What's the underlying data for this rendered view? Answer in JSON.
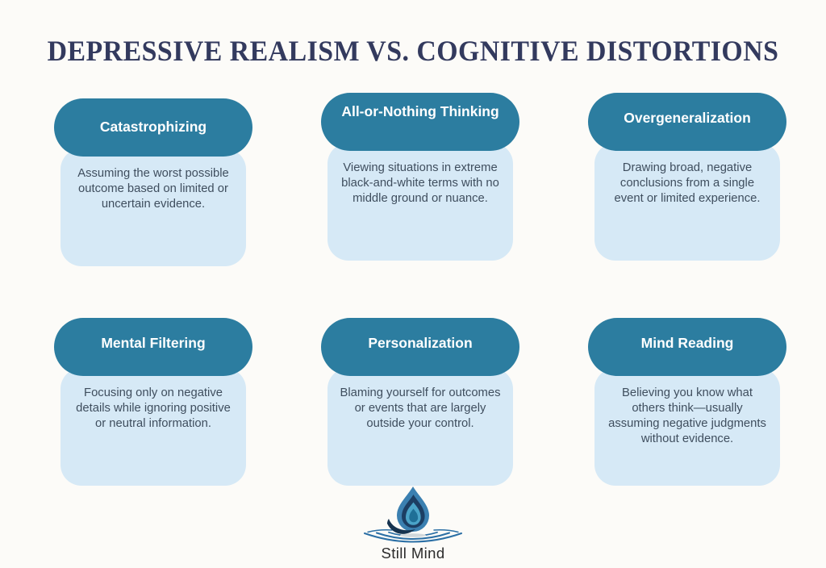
{
  "title": "DEPRESSIVE REALISM VS. COGNITIVE DISTORTIONS",
  "cards": [
    {
      "title": "Catastrophizing",
      "description": "Assuming the worst possible outcome based on limited or uncertain evidence."
    },
    {
      "title": "All-or-Nothing Thinking",
      "description": "Viewing situations in extreme black-and-white terms with no middle ground or nuance."
    },
    {
      "title": "Overgeneralization",
      "description": "Drawing broad, negative conclusions from a single event or limited experience."
    },
    {
      "title": "Mental Filtering",
      "description": "Focusing only on negative details while ignoring positive or neutral information."
    },
    {
      "title": "Personalization",
      "description": "Blaming yourself for outcomes or events that are largely outside your control."
    },
    {
      "title": "Mind Reading",
      "description": "Believing you know what others think—usually assuming negative judgments without evidence."
    }
  ],
  "footer": {
    "brand": "Still Mind",
    "logo_icon": "water-drop-ripple-icon"
  },
  "colors": {
    "background": "#FCFBF8",
    "header_bg": "#2C7DA0",
    "card_bg": "#D6E9F6",
    "title_text": "#333A5E",
    "body_text": "#3F4E5E",
    "header_text": "#FFFFFF",
    "brand_text": "#2B2B2B",
    "logo_drop_outer": "#3B80B1",
    "logo_drop_dark": "#1C3E63",
    "logo_drop_light": "#4AA3C8",
    "logo_drop_core": "#1F6F97",
    "logo_ripple": "#2B6FA5"
  }
}
